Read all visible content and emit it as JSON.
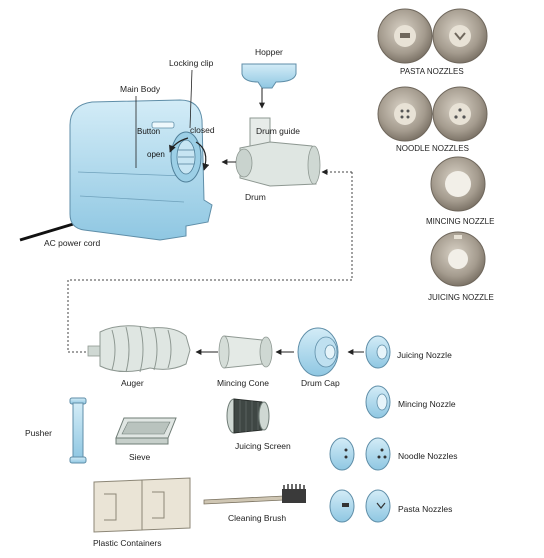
{
  "labels": {
    "hopper": "Hopper",
    "locking_clip": "Locking clip",
    "main_body": "Main Body",
    "drum_guide": "Drum guide",
    "button": "Button",
    "closed": "closed",
    "open": "open",
    "drum": "Drum",
    "ac_power_cord": "AC power cord",
    "pasta_nozzles_top": "PASTA NOZZLES",
    "noodle_nozzles_top": "NOODLE NOZZLES",
    "mincing_nozzle_top": "MINCING NOZZLE",
    "juicing_nozzle_top": "JUICING NOZZLE",
    "auger": "Auger",
    "mincing_cone": "Mincing Cone",
    "drum_cap": "Drum Cap",
    "juicing_nozzle": "Juicing Nozzle",
    "mincing_nozzle": "Mincing Nozzle",
    "pusher": "Pusher",
    "sieve": "Sieve",
    "juicing_screen": "Juicing Screen",
    "noodle_nozzles": "Noodle Nozzles",
    "plastic_containers": "Plastic Containers",
    "cleaning_brush": "Cleaning Brush",
    "pasta_nozzles": "Pasta Nozzles"
  },
  "colors": {
    "part_blue": "#a9d6ec",
    "part_stroke": "#5f8ea8",
    "nozzle_gray": "#a49b8e",
    "nozzle_light": "#ece7df",
    "container": "#eae4d6"
  }
}
